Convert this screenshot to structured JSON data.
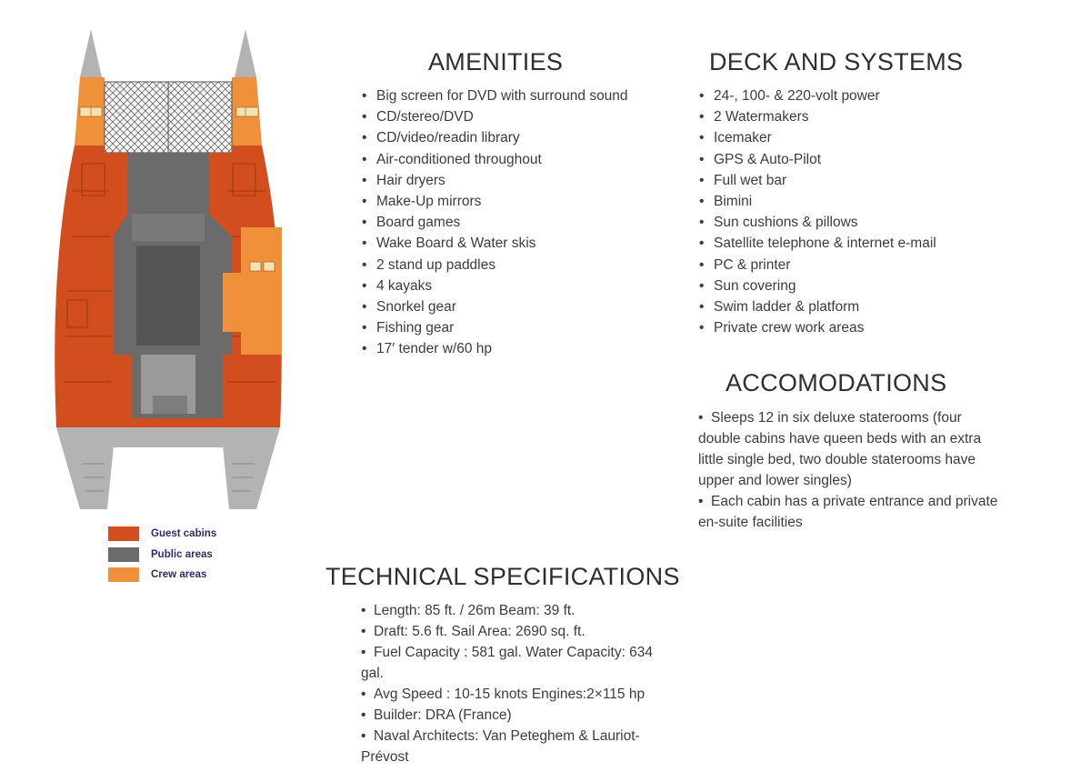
{
  "plan": {
    "legend": [
      {
        "label": "Guest cabins",
        "color": "#d24e1e"
      },
      {
        "label": "Public areas",
        "color": "#6b6b6b"
      },
      {
        "label": "Crew areas",
        "color": "#f0903a"
      }
    ]
  },
  "amenities": {
    "title": "AMENITIES",
    "items": [
      "Big screen for DVD with surround sound",
      "CD/stereo/DVD",
      "CD/video/readin library",
      "Air-conditioned throughout",
      "Hair dryers",
      "Make-Up mirrors",
      "Board games",
      "Wake Board & Water skis",
      "2 stand up paddles",
      "4 kayaks",
      "Snorkel gear",
      "Fishing gear",
      "17′ tender w/60 hp"
    ]
  },
  "deck": {
    "title": "DECK AND SYSTEMS",
    "items": [
      "24-, 100- & 220-volt power",
      "2 Watermakers",
      "Icemaker",
      "GPS & Auto-Pilot",
      "Full wet bar",
      "Bimini",
      "Sun cushions & pillows",
      "Satellite telephone & internet e-mail",
      "PC & printer",
      "Sun covering",
      "Swim ladder & platform",
      "Private crew work areas"
    ]
  },
  "accommodations": {
    "title": "ACCOMODATIONS",
    "items": [
      "Sleeps 12 in six deluxe staterooms (four double cabins have queen beds with an extra little single bed, two double staterooms have upper and lower singles)",
      "Each cabin has a private entrance and private en-suite facilities"
    ]
  },
  "technical": {
    "title": "TECHNICAL SPECIFICATIONS",
    "items": [
      "Length: 85 ft. / 26m Beam: 39 ft.",
      "Draft: 5.6 ft. Sail Area: 2690 sq. ft.",
      "Fuel Capacity : 581 gal. Water Capacity: 634 gal.",
      "Avg Speed : 10-15 knots Engines:2×115 hp",
      "Builder: DRA (France)",
      "Naval Architects: Van Peteghem & Lauriot-Prévost"
    ]
  }
}
